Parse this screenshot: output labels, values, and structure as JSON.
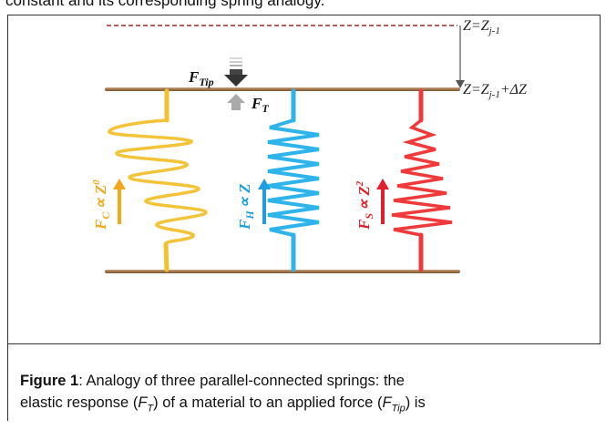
{
  "header_fragment": "constant and its corresponding spring analogy.",
  "figure": {
    "levels": {
      "upper": {
        "var": "Z",
        "eq": "=",
        "sub": "j-1"
      },
      "lower": {
        "var": "Z",
        "eq": "=",
        "sub": "j-1",
        "tail": "+ΔZ"
      }
    },
    "tip_force": {
      "symbol": "F",
      "sub": "Tip"
    },
    "response_force": {
      "symbol": "F",
      "sub": "T"
    },
    "springs": [
      {
        "force": "F",
        "sub": "C",
        "relation": "∝ Z",
        "power": "0",
        "color": "#f2c12e"
      },
      {
        "force": "F",
        "sub": "H",
        "relation": "∝ Z",
        "color": "#2fb4ea"
      },
      {
        "force": "F",
        "sub": "S",
        "relation": "∝ Z",
        "power": "2",
        "color": "#ee3a3a"
      }
    ],
    "plate_color": "#a0754e",
    "dashed_color": "#a0282b"
  },
  "caption": {
    "label": "Figure 1",
    "line1": ": Analogy of three parallel-connected springs: the",
    "line2a": "elastic response (",
    "ft_sym": "F",
    "ft_sub": "T",
    "line2b": ") of a material to an applied force (",
    "ftip_sym": "F",
    "ftip_sub": "Tip",
    "line2c": ") is"
  }
}
